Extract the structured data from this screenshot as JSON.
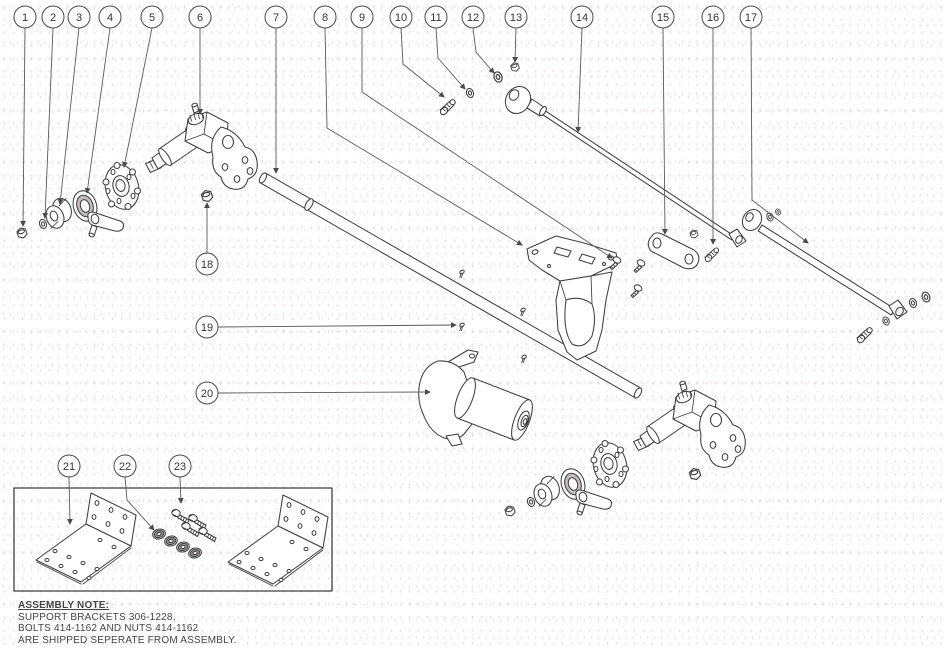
{
  "callouts": [
    "1",
    "2",
    "3",
    "4",
    "5",
    "6",
    "7",
    "8",
    "9",
    "10",
    "11",
    "12",
    "13",
    "14",
    "15",
    "16",
    "17",
    "18",
    "19",
    "20",
    "21",
    "22",
    "23"
  ],
  "note": {
    "title": "ASSEMBLY NOTE:",
    "lines": [
      "SUPPORT BRACKETS 306-1228,",
      "BOLTS 414-1162 AND NUTS 414-1162",
      "ARE SHIPPED SEPERATE FROM ASSEMBLY."
    ]
  },
  "colors": {
    "line": "#3f3f3f",
    "leader": "#5a5a5a",
    "background": "#ffffff"
  }
}
